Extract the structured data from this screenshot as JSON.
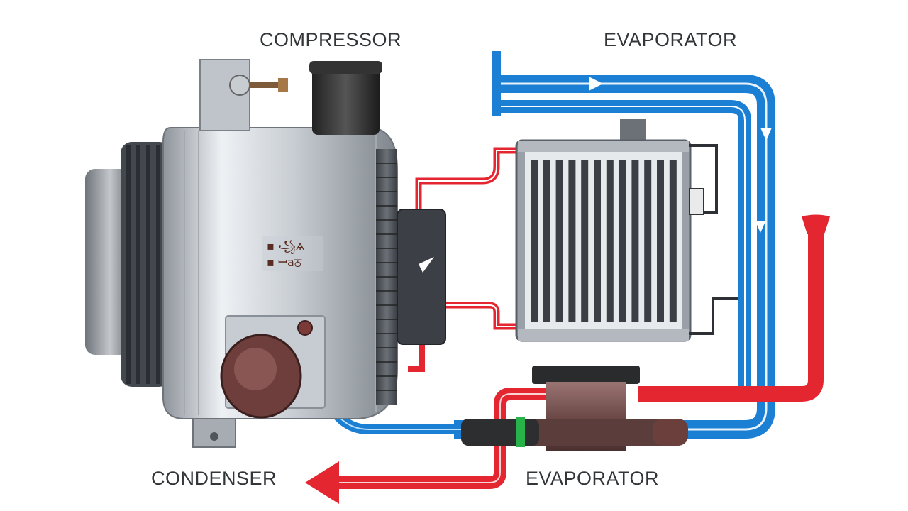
{
  "labels": {
    "compressor": "COMPRESSOR",
    "evaporator_top": "EVAPORATOR",
    "condenser": "CONDENSER",
    "evaporator_bottom": "EVAPORATOR"
  },
  "colors": {
    "hot_line": "#e3262f",
    "cold_line": "#1b7fd4",
    "metal_light": "#d9dde2",
    "metal_dark": "#5a6068",
    "fitting_green": "#28b34a",
    "receiver_brown": "#7a5250"
  },
  "components": [
    "compressor",
    "condenser-radiator",
    "receiver-drier",
    "evaporator-line",
    "hot-line"
  ]
}
